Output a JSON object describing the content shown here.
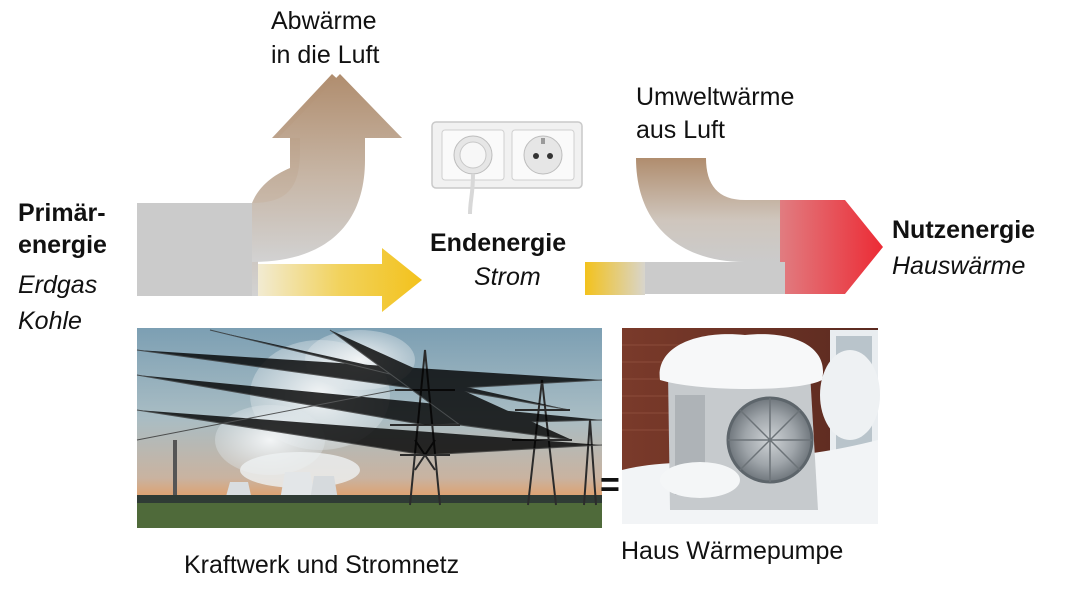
{
  "primary": {
    "title_line1": "Primär-",
    "title_line2": "energie",
    "source1": "Erdgas",
    "source2": "Kohle"
  },
  "waste_heat": {
    "line1": "Abwärme",
    "line2": "in die Luft"
  },
  "final_energy": {
    "title": "Endenergie",
    "subtitle": "Strom"
  },
  "ambient_heat": {
    "line1": "Umweltwärme",
    "line2": "aus Luft"
  },
  "useful_energy": {
    "title": "Nutzenergie",
    "subtitle": "Hauswärme"
  },
  "captions": {
    "power_plant": "Kraftwerk und Stromnetz",
    "heat_pump": "Haus Wärmepumpe",
    "equals": "="
  },
  "colors": {
    "flow_gray": "#cbcbcb",
    "waste_brown": "#b08d6e",
    "electric_yellow": "#f3c21c",
    "heat_red": "#ec2b35"
  },
  "icons": [
    "power-outlet-icon",
    "power-plant-photo",
    "heat-pump-photo"
  ]
}
